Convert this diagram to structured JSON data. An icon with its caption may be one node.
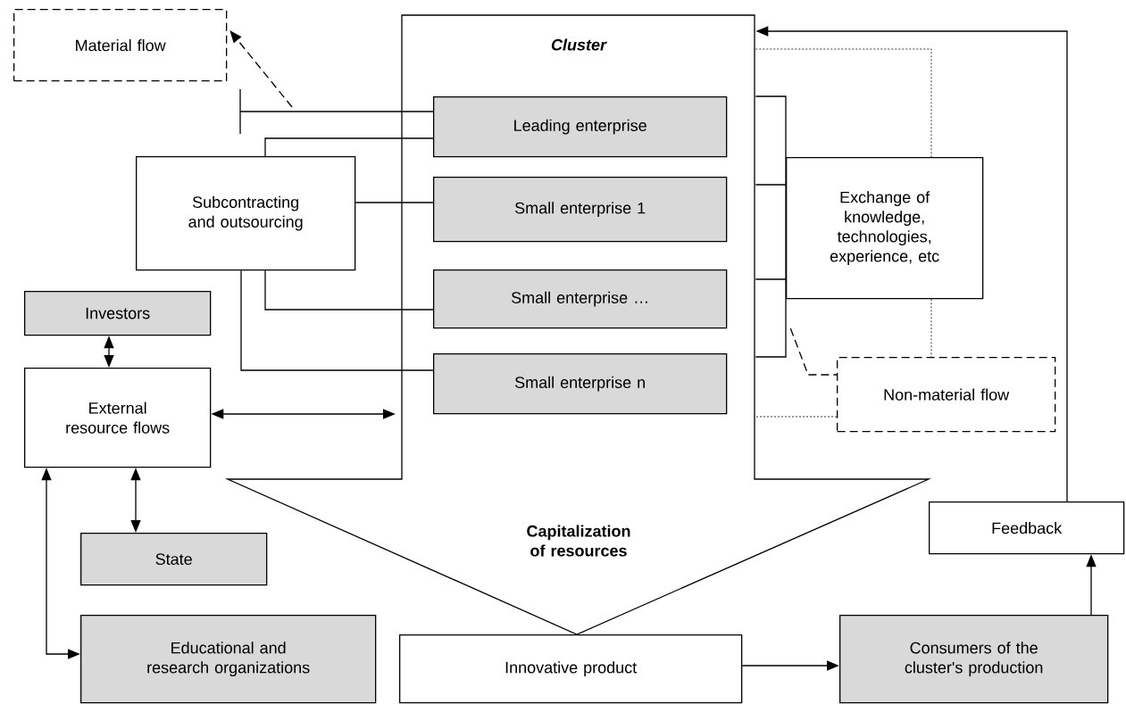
{
  "diagram": {
    "nodes": [
      {
        "text": [
          "Material flow"
        ]
      },
      {
        "text": [
          "Cluster",
          "Capitalization of resources"
        ]
      },
      {
        "text": [
          "Leading enterprise"
        ],
        "in": 1
      },
      {
        "text": [
          "Small enterprise 1"
        ],
        "in": 1
      },
      {
        "text": [
          "Small enterprise …"
        ],
        "in": 1
      },
      {
        "text": [
          "Small enterprise n"
        ],
        "in": 1
      },
      {
        "text": [
          "Subcontracting and outsourcing"
        ]
      },
      {
        "text": [
          "Exchange of knowledge, technologies, experience, etc"
        ]
      },
      {
        "text": [
          "Investors"
        ]
      },
      {
        "text": [
          "External resource flows"
        ]
      },
      {
        "text": [
          "Non-material flow"
        ]
      },
      {
        "text": [
          "State"
        ]
      },
      {
        "text": [
          "Feedback"
        ]
      },
      {
        "text": [
          "Educational and research organizations"
        ]
      },
      {
        "text": [
          "Innovative product"
        ]
      },
      {
        "text": [
          "Consumers of the cluster's production"
        ]
      }
    ],
    "edges": [
      {
        "from": 2,
        "to": null,
        "arrow": "none"
      },
      {
        "from": null,
        "to": 0,
        "arrow": "to",
        "style": "dashed"
      },
      {
        "from": 6,
        "to": 2,
        "arrow": "none"
      },
      {
        "from": 6,
        "to": 3,
        "arrow": "none"
      },
      {
        "from": 6,
        "to": 4,
        "arrow": "none"
      },
      {
        "from": 6,
        "to": 5,
        "arrow": "none"
      },
      {
        "from": 1,
        "to": 7,
        "arrow": "none"
      },
      {
        "from": 1,
        "to": 7,
        "arrow": "none",
        "style": "dashed"
      },
      {
        "from": 7,
        "to": 10,
        "arrow": "none",
        "style": "dashed"
      },
      {
        "from": 10,
        "to": 1,
        "arrow": "none",
        "style": "dashed"
      },
      {
        "from": 1,
        "to": 10,
        "arrow": "none",
        "style": "dashed"
      },
      {
        "from": 8,
        "to": 9,
        "arrow": "both"
      },
      {
        "from": 9,
        "to": 1,
        "arrow": "both"
      },
      {
        "from": 9,
        "to": 11,
        "arrow": "both"
      },
      {
        "from": 9,
        "to": 13,
        "arrow": "both"
      },
      {
        "from": 14,
        "to": 15,
        "arrow": "to"
      },
      {
        "from": 15,
        "to": 12,
        "arrow": "to"
      },
      {
        "from": 12,
        "to": 1,
        "arrow": "to"
      }
    ]
  }
}
